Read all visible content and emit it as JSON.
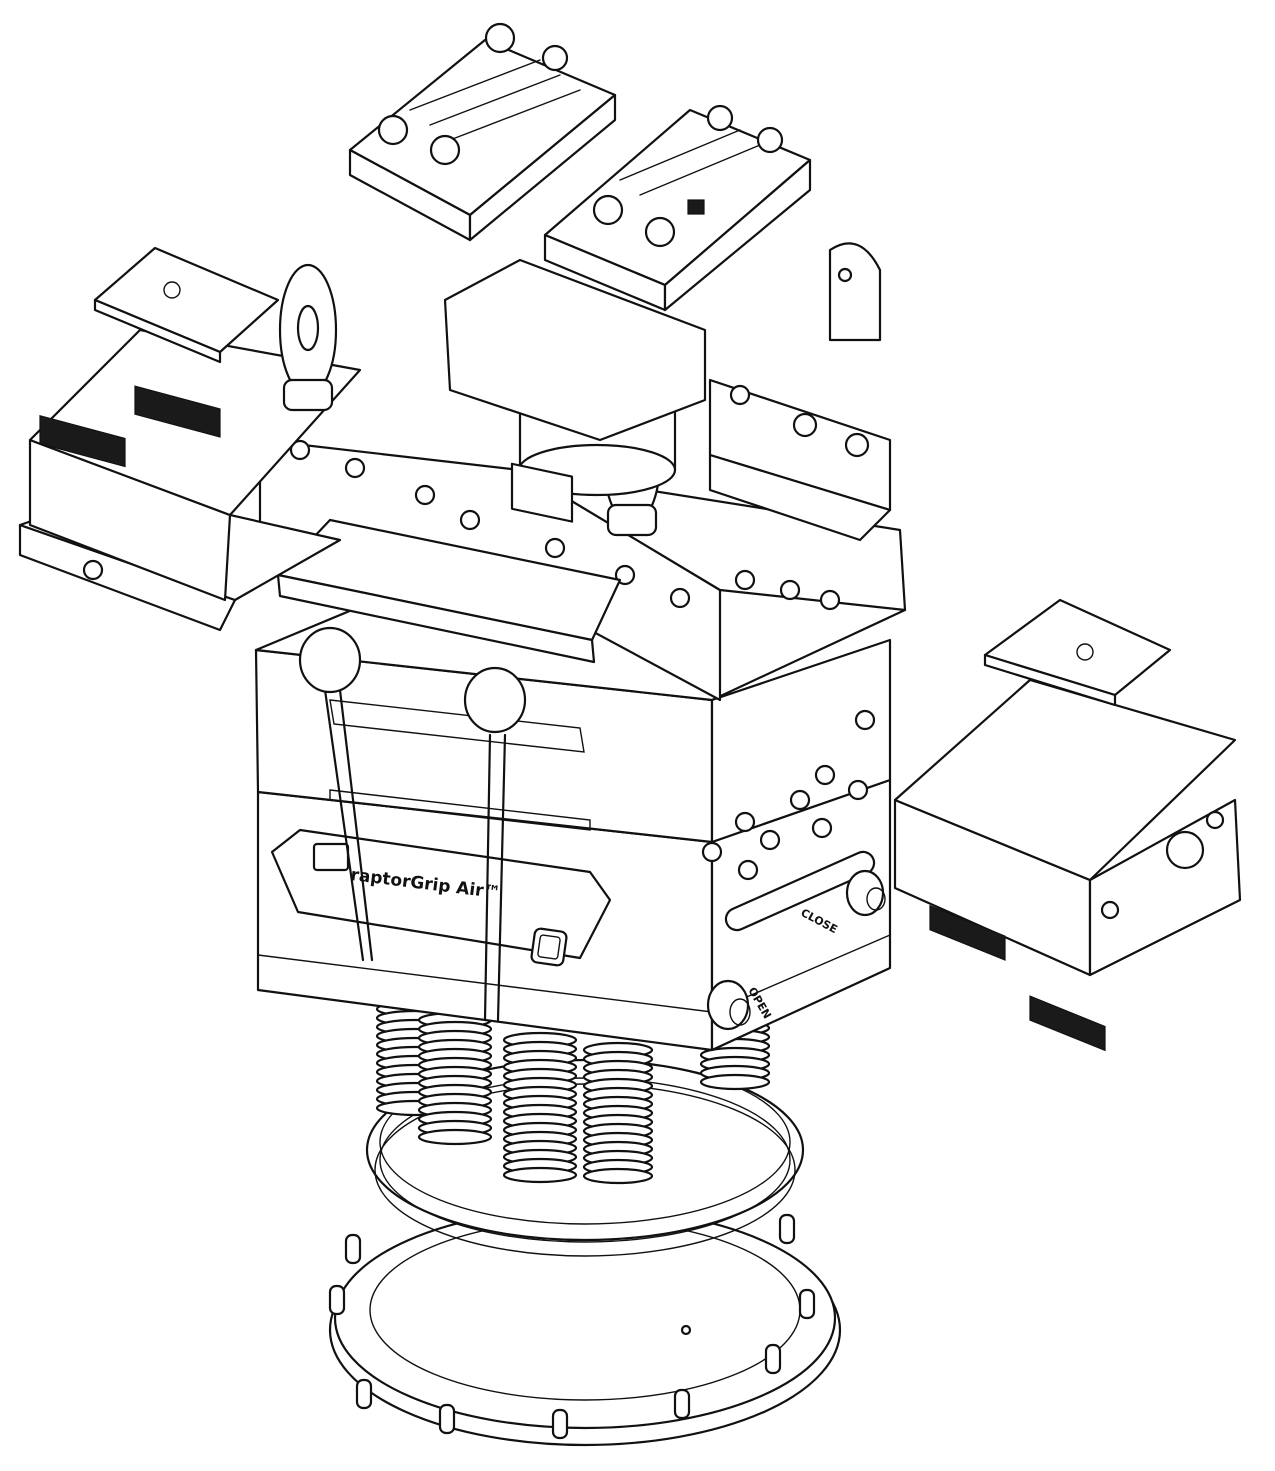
{
  "brand_label": "raptorGrip Air™",
  "open_label": "OPEN",
  "close_label": "CLOSE"
}
